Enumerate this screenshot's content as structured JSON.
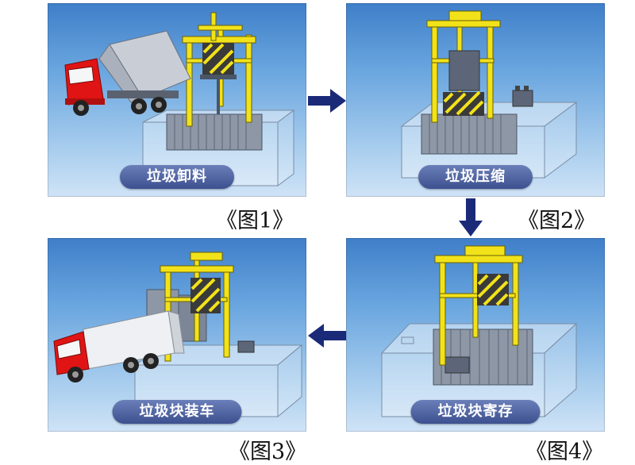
{
  "panels": [
    {
      "label": "垃圾卸料",
      "caption": "《图1》"
    },
    {
      "label": "垃圾压缩",
      "caption": "《图2》"
    },
    {
      "label": "垃圾块装车",
      "caption": "《图3》"
    },
    {
      "label": "垃圾块寄存",
      "caption": "《图4》"
    }
  ],
  "colors": {
    "arrow": "#1b2a78",
    "frame": "#f2e21a",
    "truck_cab": "#e01414",
    "label_bg": "#3d508f"
  }
}
